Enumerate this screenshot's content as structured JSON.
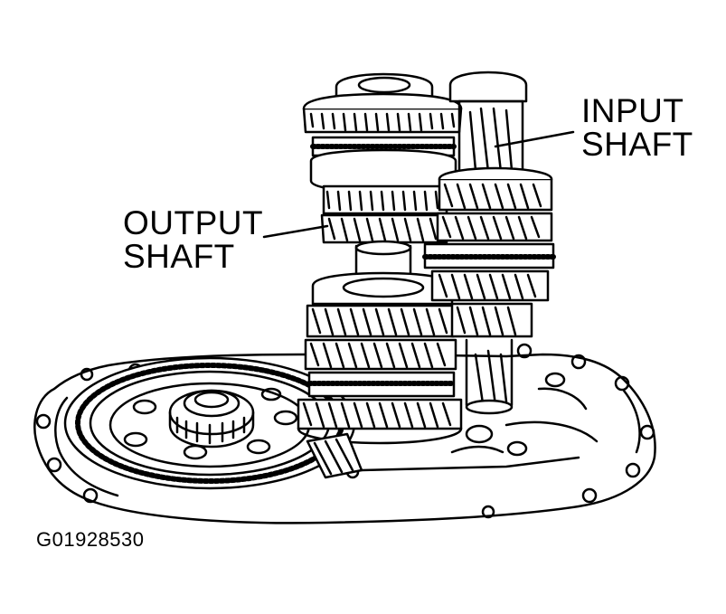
{
  "labels": {
    "input_shaft": {
      "line1": "INPUT",
      "line2": "SHAFT"
    },
    "output_shaft": {
      "line1": "OUTPUT",
      "line2": "SHAFT"
    }
  },
  "figure_id": "G01928530",
  "colors": {
    "ink": "#000000",
    "paper": "#ffffff"
  }
}
